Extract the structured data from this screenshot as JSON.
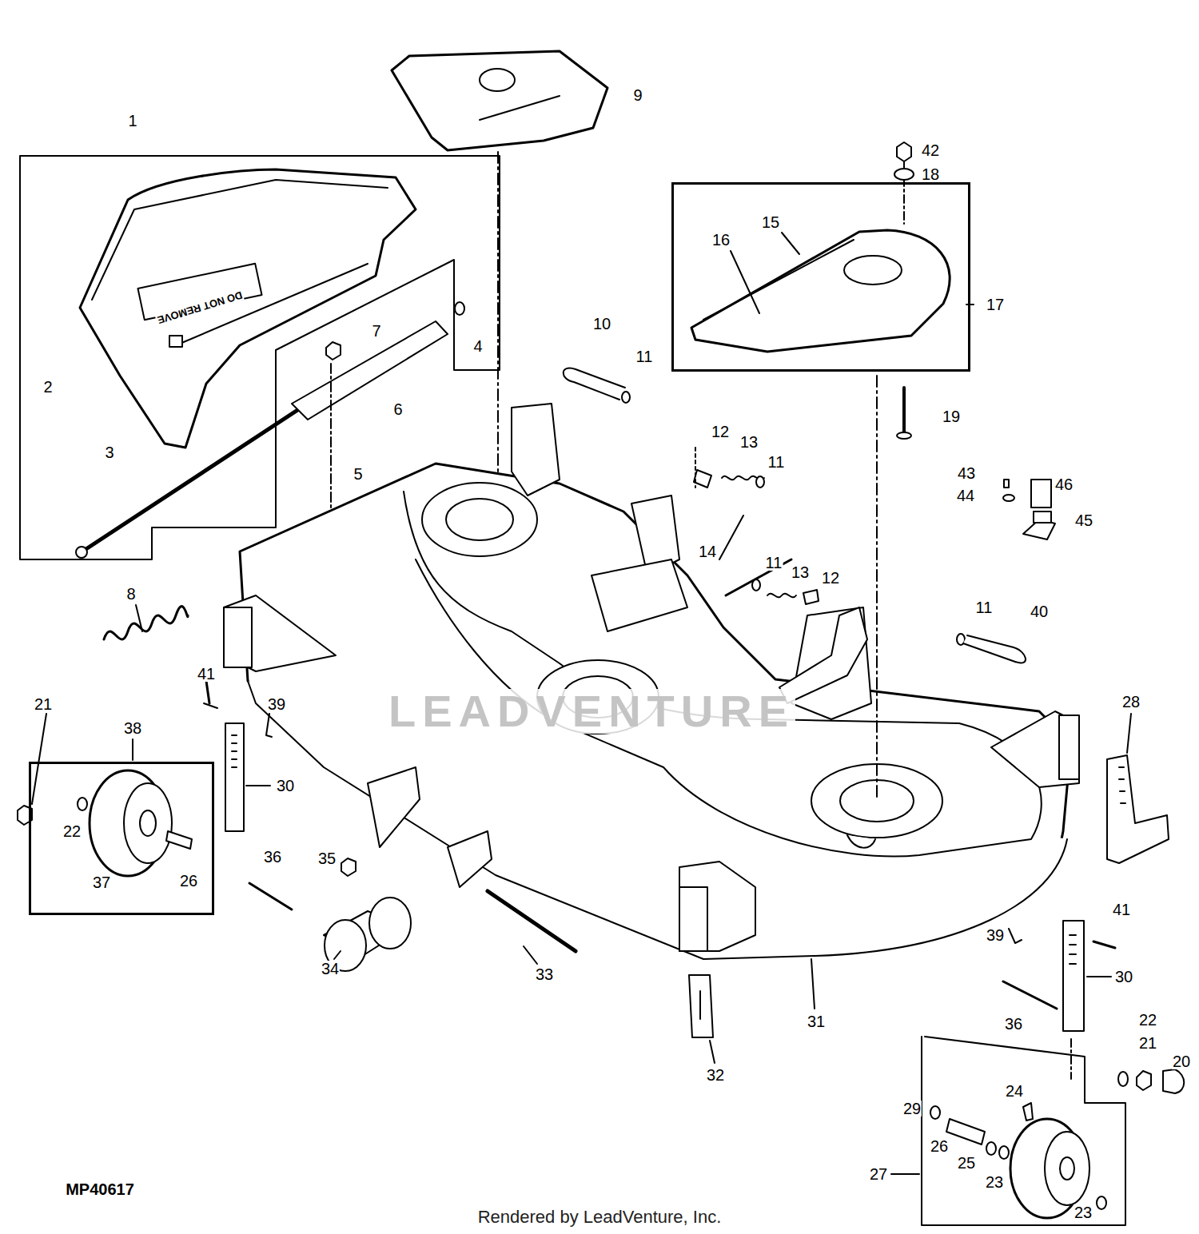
{
  "diagram": {
    "nodes": [
      {
        "text": [
          "15",
          "16"
        ]
      },
      {
        "text": [
          "38",
          "22",
          "37",
          "26"
        ]
      }
    ],
    "labels": [
      "9",
      "1",
      "42",
      "18",
      "17",
      "10",
      "7",
      "4",
      "11",
      "2",
      "6",
      "19",
      "12",
      "13",
      "3",
      "11",
      "43",
      "5",
      "46",
      "44",
      "45",
      "14",
      "11",
      "13",
      "12",
      "8",
      "11",
      "40",
      "41",
      "21",
      "39",
      "28",
      "30",
      "36",
      "35",
      "41",
      "39",
      "34",
      "33",
      "30",
      "31",
      "22",
      "36",
      "21",
      "20",
      "32",
      "24",
      "29",
      "26",
      "25",
      "27",
      "23",
      "MP40617",
      "23",
      "Rendered by LeadVenture, Inc.",
      "LEADVENTURE",
      "DO NOT REMOVE"
    ]
  }
}
